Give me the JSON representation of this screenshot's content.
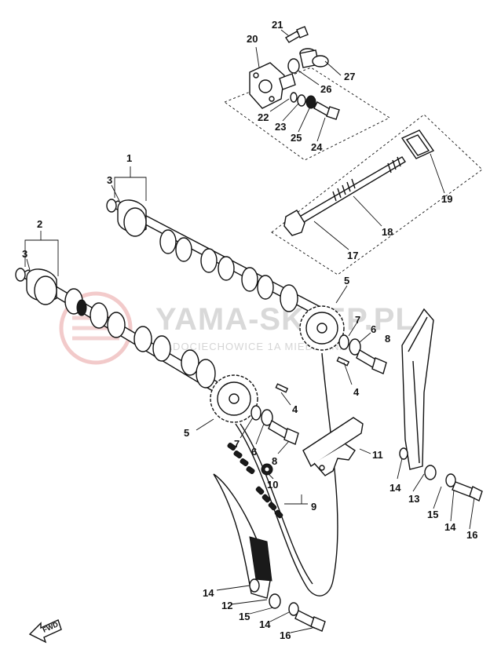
{
  "watermark": {
    "brand": "YAMA-SKLEP.PL",
    "subline": "RADOCIECHOWICE 1A  MIEDZIANA"
  },
  "fwd_label": "FWD",
  "callouts": [
    {
      "id": "c1",
      "text": "1"
    },
    {
      "id": "c3a",
      "text": "3"
    },
    {
      "id": "c2",
      "text": "2"
    },
    {
      "id": "c3b",
      "text": "3"
    },
    {
      "id": "c20",
      "text": "20"
    },
    {
      "id": "c21",
      "text": "21"
    },
    {
      "id": "c27",
      "text": "27"
    },
    {
      "id": "c26",
      "text": "26"
    },
    {
      "id": "c22",
      "text": "22"
    },
    {
      "id": "c23",
      "text": "23"
    },
    {
      "id": "c25",
      "text": "25"
    },
    {
      "id": "c24",
      "text": "24"
    },
    {
      "id": "c19",
      "text": "19"
    },
    {
      "id": "c18",
      "text": "18"
    },
    {
      "id": "c17",
      "text": "17"
    },
    {
      "id": "c5a",
      "text": "5"
    },
    {
      "id": "c7a",
      "text": "7"
    },
    {
      "id": "c6a",
      "text": "6"
    },
    {
      "id": "c8a",
      "text": "8"
    },
    {
      "id": "c4a",
      "text": "4"
    },
    {
      "id": "c4b",
      "text": "4"
    },
    {
      "id": "c5b",
      "text": "5"
    },
    {
      "id": "c7b",
      "text": "7"
    },
    {
      "id": "c6b",
      "text": "6"
    },
    {
      "id": "c8b",
      "text": "8"
    },
    {
      "id": "c11",
      "text": "11"
    },
    {
      "id": "c10",
      "text": "10"
    },
    {
      "id": "c9",
      "text": "9"
    },
    {
      "id": "c14a",
      "text": "14"
    },
    {
      "id": "c13",
      "text": "13"
    },
    {
      "id": "c15a",
      "text": "15"
    },
    {
      "id": "c14b",
      "text": "14"
    },
    {
      "id": "c16a",
      "text": "16"
    },
    {
      "id": "c14c",
      "text": "14"
    },
    {
      "id": "c12",
      "text": "12"
    },
    {
      "id": "c15b",
      "text": "15"
    },
    {
      "id": "c14d",
      "text": "14"
    },
    {
      "id": "c16b",
      "text": "16"
    }
  ]
}
